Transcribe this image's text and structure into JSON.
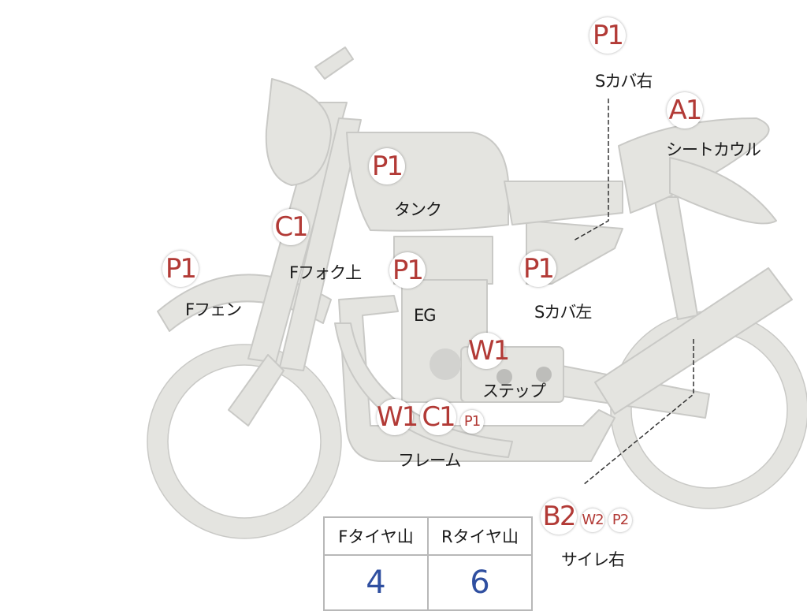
{
  "colors": {
    "body": "#e4e4e0",
    "outline": "#c9c9c6",
    "grade": "#b23a36",
    "tire_value": "#2f4fa0"
  },
  "parts": [
    {
      "id": "s-cover-right",
      "grade": "P1",
      "label": "Sカバ右"
    },
    {
      "id": "seat-cowl",
      "grade": "A1",
      "label": "シートカウル"
    },
    {
      "id": "tank",
      "grade": "P1",
      "label": "タンク"
    },
    {
      "id": "front-fork-upper",
      "grade": "C1",
      "label": "Fフォク上"
    },
    {
      "id": "front-fender",
      "grade": "P1",
      "label": "Fフェン"
    },
    {
      "id": "engine",
      "grade": "P1",
      "label": "EG"
    },
    {
      "id": "s-cover-left",
      "grade": "P1",
      "label": "Sカバ左"
    },
    {
      "id": "step",
      "grade": "W1",
      "label": "ステップ"
    },
    {
      "id": "frame",
      "grades": [
        "W1",
        "C1",
        "P1"
      ],
      "label": "フレーム"
    },
    {
      "id": "silencer-right",
      "grades": [
        "B2",
        "W2",
        "P2"
      ],
      "label": "サイレ右"
    }
  ],
  "tire_table": {
    "headers": [
      "Fタイヤ山",
      "Rタイヤ山"
    ],
    "values": [
      "4",
      "6"
    ]
  }
}
